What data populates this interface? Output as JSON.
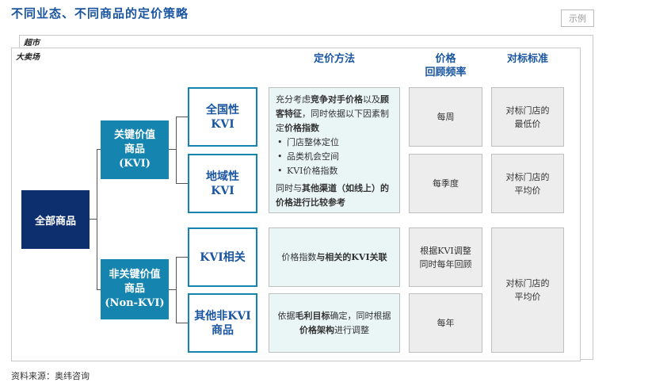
{
  "title": "不同业态、不同商品的定价策略",
  "example_label": "示例",
  "frames": {
    "supermarket": "超市",
    "hypermarket": "大卖场"
  },
  "columns": {
    "method": "定价方法",
    "frequency_line1": "价格",
    "frequency_line2": "回顾频率",
    "benchmark": "对标标准"
  },
  "root": "全部商品",
  "groups": {
    "kvi": {
      "line1": "关键价值",
      "line2": "商品",
      "line3": "(KVI)"
    },
    "nonkvi": {
      "line1": "非关键价值",
      "line2": "商品",
      "line3": "(Non-KVI)"
    }
  },
  "leaves": {
    "national": {
      "line1": "全国性",
      "line2": "KVI"
    },
    "regional": {
      "line1": "地域性",
      "line2": "KVI"
    },
    "kvi_related": "KVI相关",
    "other": {
      "line1": "其他非KVI",
      "line2": "商品"
    }
  },
  "methods": {
    "kvi": {
      "p1a": "充分考虑",
      "p1b": "竞争对手价格",
      "p1c": "以及",
      "p1d": "顾客特征",
      "p1e": "，同时依据以下因素制定",
      "p1f": "价格指数",
      "bullets": [
        "门店整体定位",
        "品类机会空间",
        "KVI价格指数"
      ],
      "p2a": "同时与",
      "p2b": "其他渠道（如线上）的价格进行比较参考"
    },
    "kvi_related": {
      "a": "价格指数",
      "b": "与相关的KVI关联"
    },
    "other": {
      "a": "依据",
      "b": "毛利目标",
      "c": "确定，同时根据",
      "d": "价格架构",
      "e": "进行调整"
    }
  },
  "frequencies": {
    "national": "每周",
    "regional": "每季度",
    "kvi_related_line1": "根据KVI调整",
    "kvi_related_line2": "同时每年回顾",
    "other": "每年"
  },
  "benchmarks": {
    "national_line1": "对标门店的",
    "national_line2": "最低价",
    "regional_line1": "对标门店的",
    "regional_line2": "平均价",
    "nonkvi_line1": "对标门店的",
    "nonkvi_line2": "平均价"
  },
  "source": "资料来源：奥纬咨询"
}
